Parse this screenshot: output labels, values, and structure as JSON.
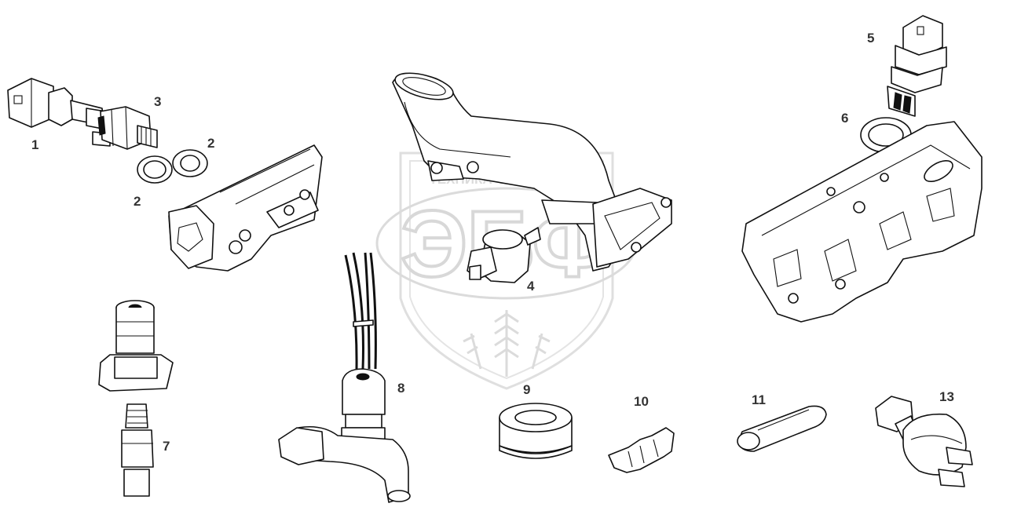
{
  "watermark": {
    "caption": "ТЕХНИКА ✲ ЗАПЧАСТИ",
    "logo": "ЭБФ"
  },
  "callouts": [
    "1",
    "2",
    "2",
    "3",
    "4",
    "5",
    "6",
    "7",
    "8",
    "9",
    "10",
    "11",
    "13"
  ]
}
